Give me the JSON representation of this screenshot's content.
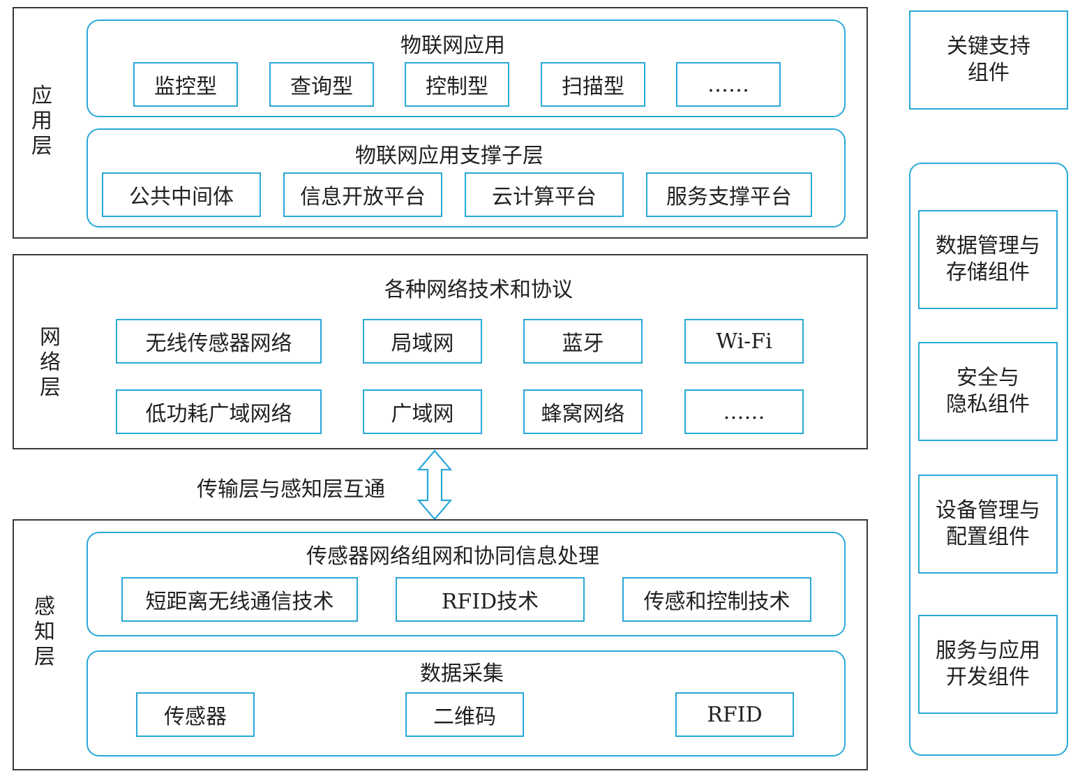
{
  "application_layer": {
    "label": "应用层",
    "iot_apps": {
      "title": "物联网应用",
      "items": [
        "监控型",
        "查询型",
        "控制型",
        "扫描型",
        "……"
      ]
    },
    "support_sublayer": {
      "title": "物联网应用支撑子层",
      "items": [
        "公共中间体",
        "信息开放平台",
        "云计算平台",
        "服务支撑平台"
      ]
    }
  },
  "network_layer": {
    "label": "网络层",
    "title": "各种网络技术和协议",
    "row1": [
      "无线传感器网络",
      "局域网",
      "蓝牙",
      "Wi-Fi"
    ],
    "row2": [
      "低功耗广域网络",
      "广域网",
      "蜂窝网络",
      "……"
    ]
  },
  "interconnect": {
    "label": "传输层与感知层互通"
  },
  "perception_layer": {
    "label": "感知层",
    "networking": {
      "title": "传感器网络组网和协同信息处理",
      "items": [
        "短距离无线通信技术",
        "RFID技术",
        "传感和控制技术"
      ]
    },
    "collection": {
      "title": "数据采集",
      "items": [
        "传感器",
        "二维码",
        "RFID"
      ]
    }
  },
  "sidebar": {
    "title": [
      "关键支持",
      "组件"
    ],
    "components": [
      [
        "数据管理与",
        "存储组件"
      ],
      [
        "安全与",
        "隐私组件"
      ],
      [
        "设备管理与",
        "配置组件"
      ],
      [
        "服务与应用",
        "开发组件"
      ]
    ]
  },
  "colors": {
    "accent": "#29a8d6",
    "frame": "#3a3a3a",
    "text": "#231f20"
  }
}
